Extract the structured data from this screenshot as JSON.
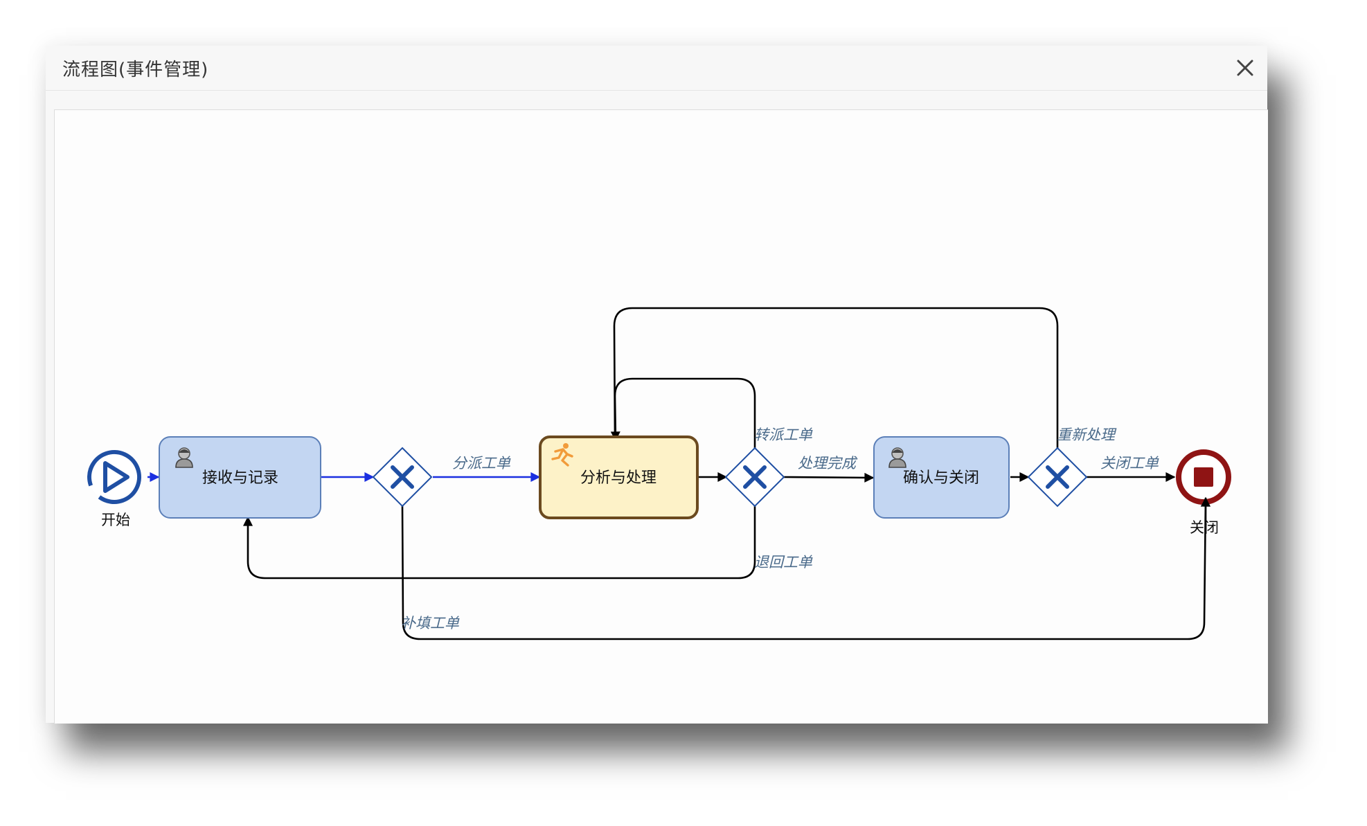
{
  "modal": {
    "title": "流程图(事件管理)",
    "close_icon": "close-icon"
  },
  "diagram": {
    "nodes": {
      "start": {
        "label": "开始",
        "icon": "play-icon",
        "color": "#1f4fa3"
      },
      "receive": {
        "label": "接收与记录",
        "icon": "user-icon",
        "fill": "#c3d6f2",
        "stroke": "#5b7fb8"
      },
      "gw1": {
        "icon": "exclusive-gateway-icon"
      },
      "analyze": {
        "label": "分析与处理",
        "icon": "running-person-icon",
        "fill": "#fdf2c8",
        "stroke": "#6b4a1f",
        "state": "active"
      },
      "gw2": {
        "icon": "exclusive-gateway-icon"
      },
      "confirm": {
        "label": "确认与关闭",
        "icon": "user-icon",
        "fill": "#c3d6f2",
        "stroke": "#5b7fb8"
      },
      "gw3": {
        "icon": "exclusive-gateway-icon"
      },
      "end": {
        "label": "关闭",
        "icon": "stop-icon",
        "color": "#8f1414"
      }
    },
    "flows": {
      "dispatch": "分派工单",
      "transfer": "转派工单",
      "done": "处理完成",
      "return": "退回工单",
      "supplement": "补填工单",
      "reprocess": "重新处理",
      "close": "关闭工单"
    },
    "colors": {
      "completed_flow": "#1a2fe0",
      "flow": "#000000",
      "gateway": "#1f4fa3"
    }
  }
}
